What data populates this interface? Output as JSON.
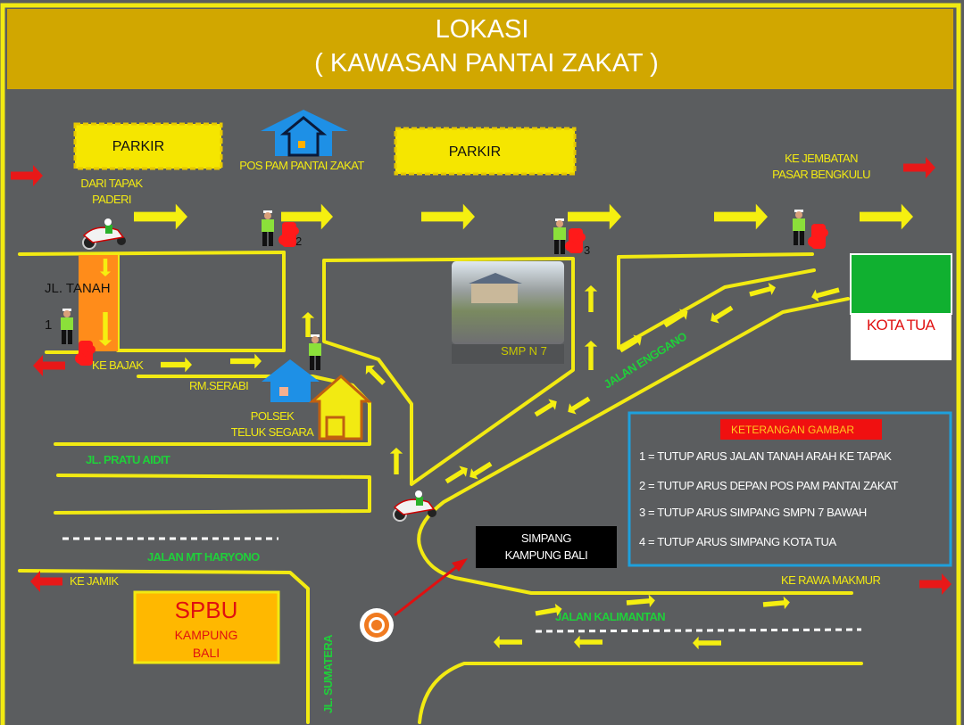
{
  "title": {
    "line1": "LOKASI",
    "line2": "( KAWASAN PANTAI ZAKAT )"
  },
  "places": {
    "parkir_left": "PARKIR",
    "parkir_right": "PARKIR",
    "pos_pam": "POS PAM PANTAI ZAKAT",
    "dari_tapak_1": "DARI TAPAK",
    "dari_tapak_2": "PADERI",
    "ke_jembatan_1": "KE JEMBATAN",
    "ke_jembatan_2": "PASAR BENGKULU",
    "jl_tanah": "JL. TANAH",
    "ke_bajak": "KE BAJAK",
    "rm_serabi": "RM.SERABI",
    "polsek_1": "POLSEK",
    "polsek_2": "TELUK SEGARA",
    "smp": "SMP N 7",
    "kota_tua": "KOTA TUA",
    "ke_jamik": "KE JAMIK",
    "ke_rawa_makmur": "KE RAWA MAKMUR",
    "simpang_1": "SIMPANG",
    "simpang_2": "KAMPUNG BALI",
    "spbu": "SPBU",
    "spbu_sub_1": "KAMPUNG",
    "spbu_sub_2": "BALI"
  },
  "streets": {
    "pratu_aidit": "JL. PRATU AIDIT",
    "mt_haryono": "JALAN MT HARYONO",
    "enggano": "JALAN ENGGANO",
    "kalimantan": "JALAN KALIMANTAN",
    "sumatera": "JL. SUMATERA"
  },
  "points": {
    "p1": "1",
    "p2": "2",
    "p3": "3"
  },
  "legend": {
    "title": "KETERANGAN GAMBAR",
    "items": [
      "1 = TUTUP ARUS  JALAN TANAH ARAH KE TAPAK",
      "2 = TUTUP ARUS  DEPAN POS PAM PANTAI ZAKAT",
      "3 =  TUTUP ARUS SIMPANG SMPN 7 BAWAH",
      "4 =  TUTUP ARUS  SIMPANG KOTA TUA"
    ]
  },
  "colors": {
    "background": "#5b5d5f",
    "road": "#f2ea12",
    "title_bar": "#d1a700",
    "legend_border": "#1ea0dc",
    "closure": "#ff1a1a"
  }
}
